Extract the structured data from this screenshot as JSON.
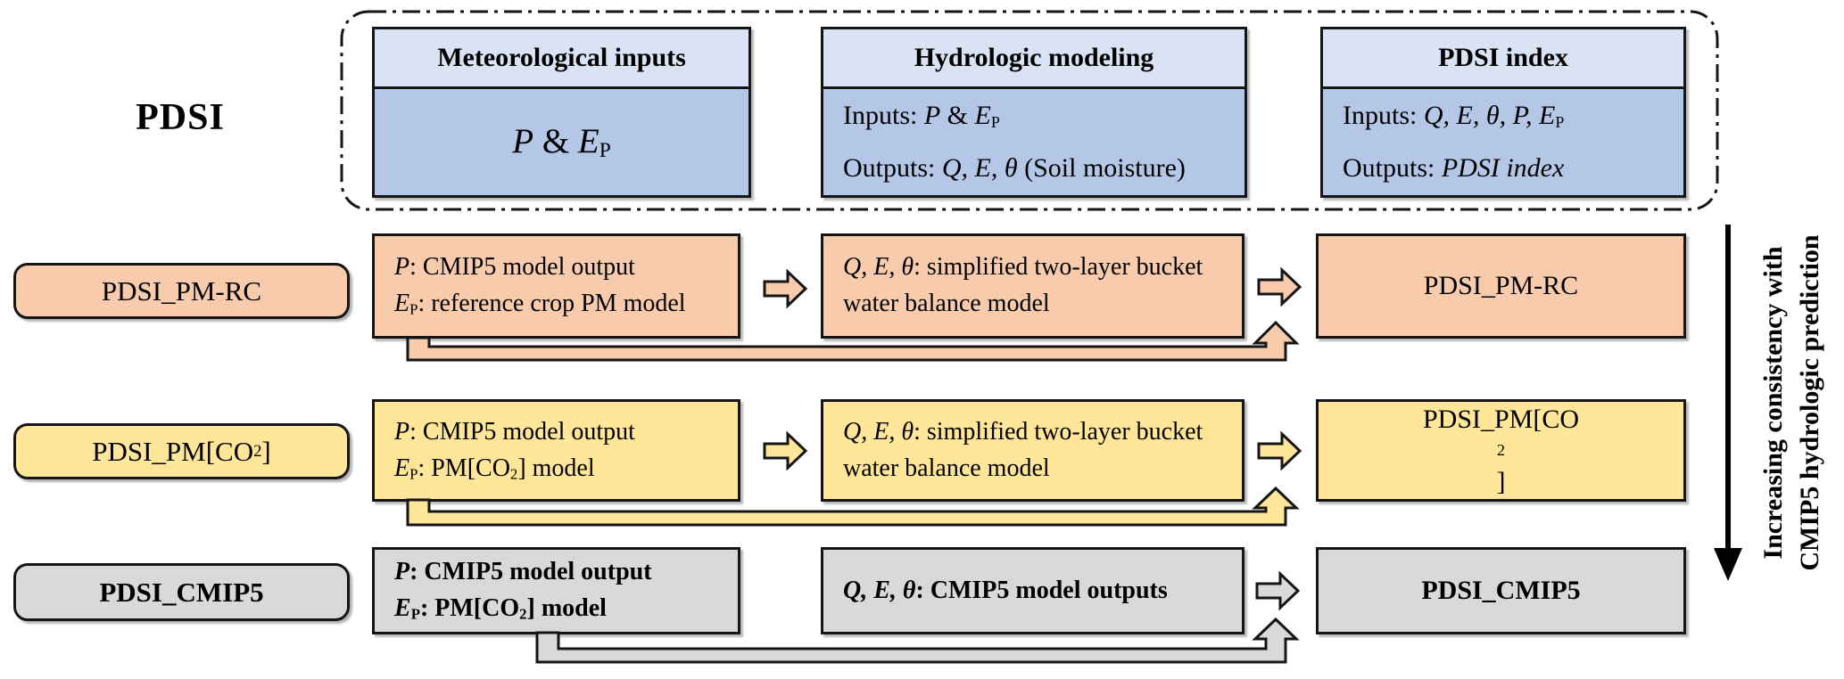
{
  "title_label": "PDSI",
  "colors": {
    "header_fill": "#DAE3F3",
    "panel_fill": "#B4C7E7",
    "row_pm_rc": "#F8CBAD",
    "row_pm_co2": "#FFE699",
    "row_cmip5": "#D9D9D9",
    "border": "#151515"
  },
  "top_panel": {
    "columns": [
      {
        "header": "Meteorological inputs",
        "lines": [
          [
            [
              "i",
              "P"
            ],
            [
              "n",
              " & "
            ],
            [
              "i",
              "E"
            ],
            [
              "s",
              "P"
            ]
          ]
        ]
      },
      {
        "header": "Hydrologic modeling",
        "lines": [
          [
            [
              "n",
              "Inputs: "
            ],
            [
              "i",
              "P"
            ],
            [
              "n",
              " & "
            ],
            [
              "i",
              "E"
            ],
            [
              "s",
              "P"
            ]
          ],
          [
            [
              "n",
              "Outputs: "
            ],
            [
              "i",
              "Q, E, θ "
            ],
            [
              "n",
              "(Soil moisture)"
            ]
          ]
        ]
      },
      {
        "header": "PDSI index",
        "lines": [
          [
            [
              "n",
              "Inputs: "
            ],
            [
              "i",
              "Q, E, θ, P, E"
            ],
            [
              "s",
              "P"
            ]
          ],
          [
            [
              "n",
              "Outputs: "
            ],
            [
              "i",
              "PDSI index"
            ]
          ]
        ]
      }
    ]
  },
  "rows": [
    {
      "id": "PDSI_PM-RC",
      "color": "#F8CBAD",
      "label": [
        [
          "n",
          "PDSI_PM-RC"
        ]
      ],
      "met_lines": [
        [
          [
            "i",
            "P"
          ],
          [
            "n",
            ": CMIP5 model output"
          ]
        ],
        [
          [
            "i",
            "E"
          ],
          [
            "s",
            "P"
          ],
          [
            "n",
            ": reference crop PM model"
          ]
        ]
      ],
      "hydro_lines": [
        [
          [
            "i",
            "Q, E, θ"
          ],
          [
            "n",
            ": simplified two-layer bucket"
          ]
        ],
        [
          [
            "n",
            "water balance model"
          ]
        ]
      ],
      "index_label": [
        [
          "n",
          "PDSI_PM-RC"
        ]
      ]
    },
    {
      "id": "PDSI_PM[CO2]",
      "color": "#FFE699",
      "label": [
        [
          "n",
          "PDSI_PM[CO"
        ],
        [
          "s",
          "2"
        ],
        [
          "n",
          "]"
        ]
      ],
      "met_lines": [
        [
          [
            "i",
            "P"
          ],
          [
            "n",
            ": CMIP5 model output"
          ]
        ],
        [
          [
            "i",
            "E"
          ],
          [
            "s",
            "P"
          ],
          [
            "n",
            ": PM[CO"
          ],
          [
            "s",
            "2"
          ],
          [
            "n",
            "] model"
          ]
        ]
      ],
      "hydro_lines": [
        [
          [
            "i",
            "Q, E, θ"
          ],
          [
            "n",
            ": simplified two-layer bucket"
          ]
        ],
        [
          [
            "n",
            "water balance model"
          ]
        ]
      ],
      "index_label": [
        [
          "n",
          "PDSI_PM[CO"
        ],
        [
          "s",
          "2"
        ],
        [
          "n",
          "]"
        ]
      ]
    },
    {
      "id": "PDSI_CMIP5",
      "color": "#D9D9D9",
      "label": [
        [
          "n",
          "PDSI_CMIP5"
        ]
      ],
      "met_lines": [
        [
          [
            "i",
            "P"
          ],
          [
            "n",
            ": CMIP5 model output"
          ]
        ],
        [
          [
            "i",
            "E"
          ],
          [
            "s",
            "P"
          ],
          [
            "n",
            ": PM[CO"
          ],
          [
            "s",
            "2"
          ],
          [
            "n",
            "] model"
          ]
        ]
      ],
      "hydro_lines": [
        [
          [
            "i",
            "Q, E, θ"
          ],
          [
            "n",
            ": CMIP5 model outputs"
          ]
        ]
      ],
      "index_label": [
        [
          "n",
          "PDSI_CMIP5"
        ]
      ]
    }
  ],
  "side_arrow": {
    "direction": "down",
    "line1": "Increasing consistency with",
    "line2": "CMIP5 hydrologic prediction"
  }
}
